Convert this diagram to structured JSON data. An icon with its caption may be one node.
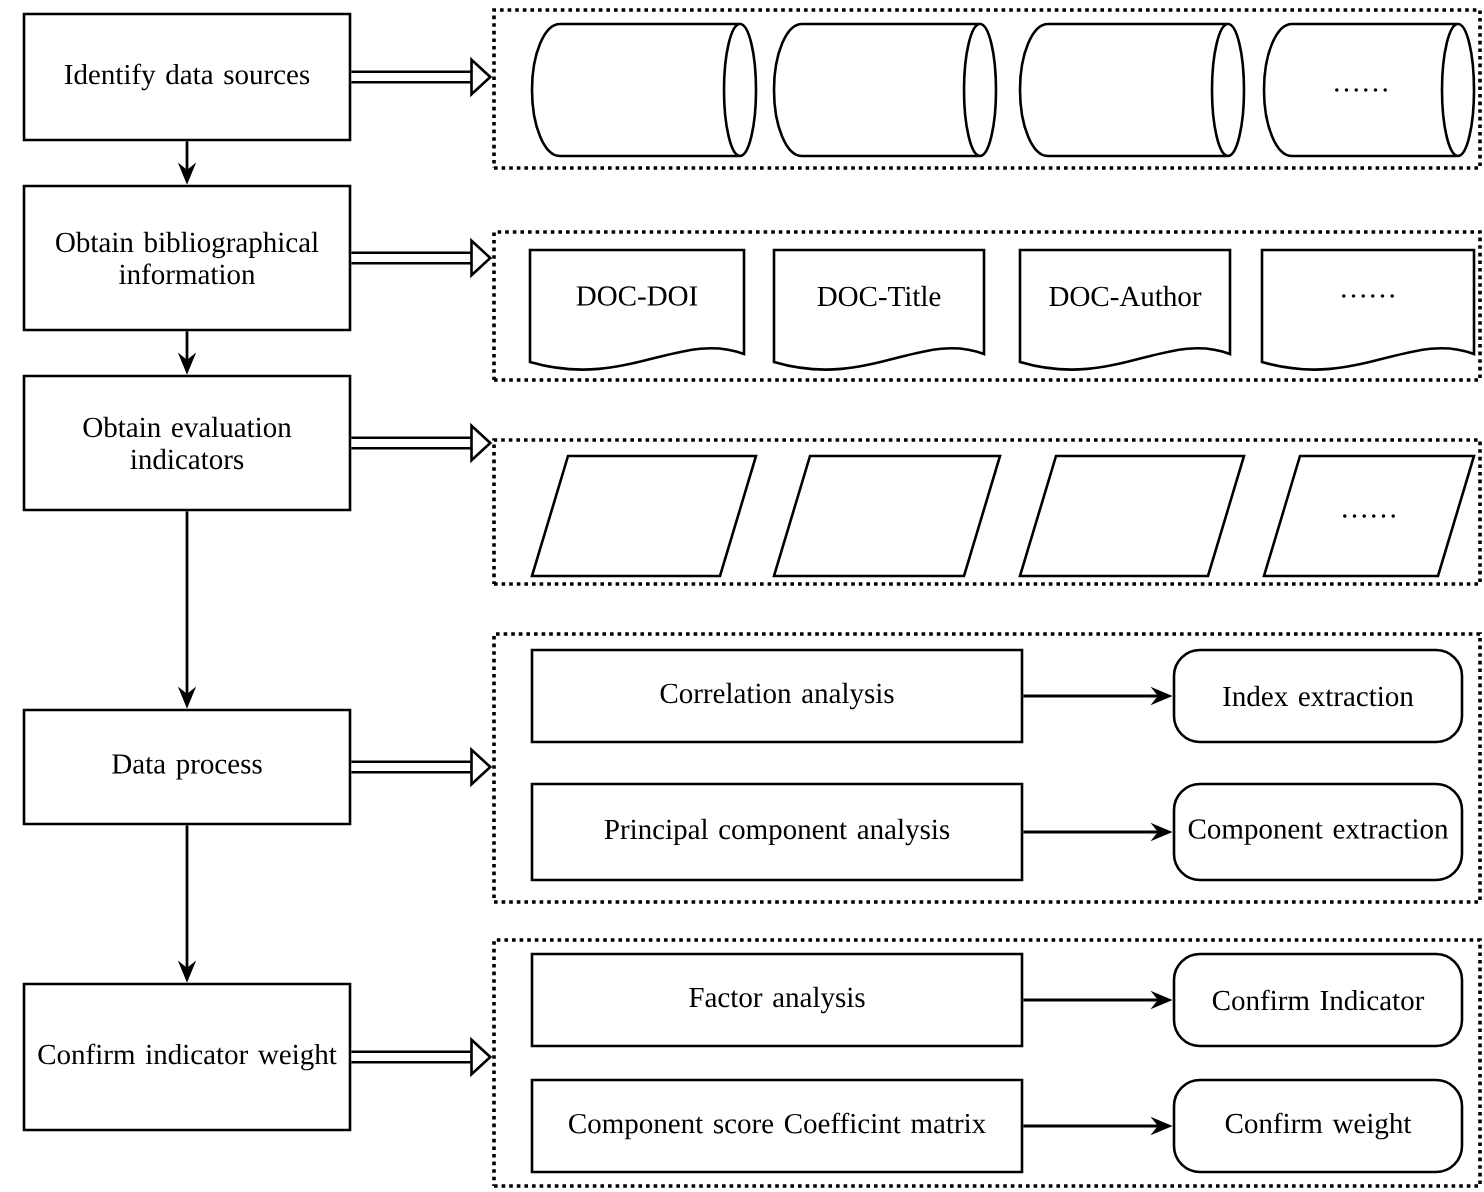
{
  "diagram": {
    "nodes": [
      {
        "text": [
          "Identify data sources"
        ]
      },
      {
        "text": [],
        "shape": "box"
      },
      {
        "text": [],
        "shape": "cylinder",
        "in": 1
      },
      {
        "text": [],
        "shape": "cylinder",
        "in": 1
      },
      {
        "text": [],
        "shape": "cylinder",
        "in": 1
      },
      {
        "text": [
          "……"
        ],
        "in": 1
      },
      {
        "text": [
          "Obtain bibliographical information"
        ]
      },
      {
        "text": [],
        "shape": "box"
      },
      {
        "text": [
          "DOC-DOI"
        ],
        "in": 7
      },
      {
        "text": [
          "DOC-Title"
        ],
        "in": 7
      },
      {
        "text": [
          "DOC-Author"
        ],
        "in": 7
      },
      {
        "text": [
          "……"
        ],
        "in": 7
      },
      {
        "text": [
          "Obtain evaluation indicators"
        ]
      },
      {
        "text": [],
        "shape": "box"
      },
      {
        "text": [],
        "shape": "parallelogram",
        "in": 13
      },
      {
        "text": [],
        "shape": "parallelogram",
        "in": 13
      },
      {
        "text": [],
        "shape": "parallelogram",
        "in": 13
      },
      {
        "text": [
          "……"
        ],
        "in": 13
      },
      {
        "text": [
          "Data process"
        ]
      },
      {
        "text": [],
        "shape": "box"
      },
      {
        "text": [
          "Correlation analysis"
        ],
        "in": 19
      },
      {
        "text": [
          "Index extraction"
        ],
        "in": 19
      },
      {
        "text": [
          "Principal component analysis"
        ],
        "in": 19
      },
      {
        "text": [
          "Component extraction"
        ],
        "in": 19
      },
      {
        "text": [
          "Confirm indicator weight"
        ]
      },
      {
        "text": [],
        "shape": "box"
      },
      {
        "text": [
          "Factor analysis"
        ],
        "in": 25
      },
      {
        "text": [
          "Confirm Indicator"
        ],
        "in": 25
      },
      {
        "text": [
          "Component score Coefficint matrix"
        ],
        "in": 25
      },
      {
        "text": [
          "Confirm weight"
        ],
        "in": 25
      }
    ],
    "edges": [
      {
        "from": 0,
        "to": 6,
        "arrow": "to"
      },
      {
        "from": 6,
        "to": 12,
        "arrow": "to"
      },
      {
        "from": 12,
        "to": 18,
        "arrow": "to"
      },
      {
        "from": 18,
        "to": 24,
        "arrow": "to"
      },
      {
        "from": 0,
        "to": 1,
        "arrow": "to",
        "style": "thick"
      },
      {
        "from": 6,
        "to": 7,
        "arrow": "to",
        "style": "thick"
      },
      {
        "from": 12,
        "to": 13,
        "arrow": "to",
        "style": "thick"
      },
      {
        "from": 18,
        "to": 19,
        "arrow": "to",
        "style": "thick"
      },
      {
        "from": 24,
        "to": 25,
        "arrow": "to",
        "style": "thick"
      },
      {
        "from": 20,
        "to": 21,
        "arrow": "to"
      },
      {
        "from": 22,
        "to": 23,
        "arrow": "to"
      },
      {
        "from": 26,
        "to": 27,
        "arrow": "to"
      },
      {
        "from": 28,
        "to": 29,
        "arrow": "to"
      }
    ]
  }
}
